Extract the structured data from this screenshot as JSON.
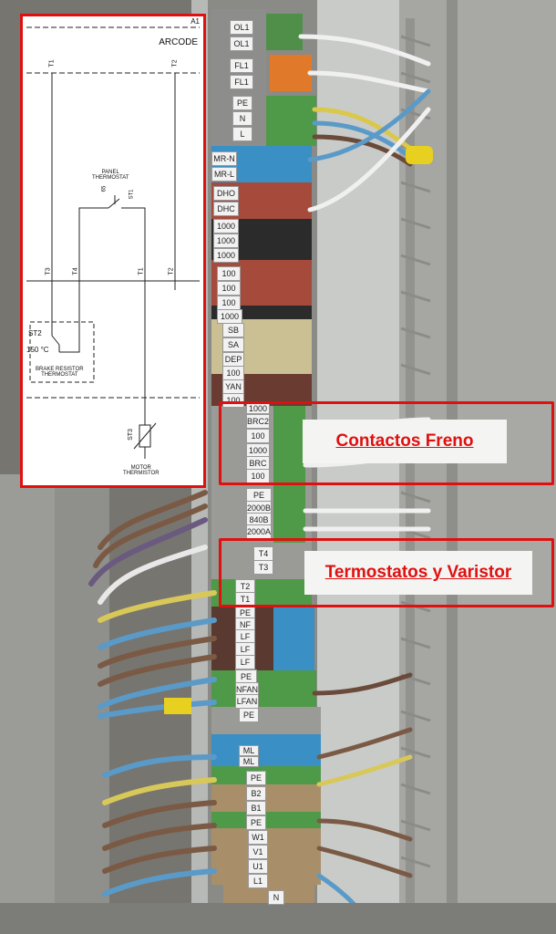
{
  "schematic": {
    "ref": "A1",
    "title": "ARCODE",
    "terminals_top": [
      "T1",
      "T2"
    ],
    "panel_thermostat": "PANEL\nTHERMOSTAT",
    "panel_thermostat_line1": "PANEL",
    "panel_thermostat_line2": "THERMOSTAT",
    "st1": "ST1",
    "st1_temp": "65",
    "terminals_mid": [
      "T3",
      "T4",
      "T1",
      "T2"
    ],
    "st2": "ST2",
    "st2_temp": "150 °C",
    "brake_line1": "BRAKE RESISTOR",
    "brake_line2": "THERMOSTAT",
    "st3": "ST3",
    "motor_line1": "MOTOR",
    "motor_line2": "THERMISTOR"
  },
  "callouts": {
    "freno": "Contactos Freno",
    "termostatos": "Termostatos y Varistor"
  },
  "terminal_labels": [
    "OL1",
    "OL1",
    "FL1",
    "FL1",
    "PE",
    "N",
    "L",
    "MR-N",
    "MR-L",
    "DHO",
    "DHC",
    "1000",
    "1000",
    "1000",
    "100",
    "100",
    "100",
    "1000",
    "SB",
    "SA",
    "DEP",
    "100",
    "YAN",
    "100",
    "1000",
    "BRC2",
    "100",
    "1000",
    "BRC",
    "100",
    "PE",
    "2000B",
    "840B",
    "2000A",
    "T4",
    "T3",
    "T2",
    "T1",
    "PE",
    "NF",
    "LF",
    "LF",
    "LF",
    "PE",
    "NFAN",
    "LFAN",
    "PE",
    "ML",
    "ML",
    "PE",
    "B2",
    "B1",
    "PE",
    "W1",
    "V1",
    "U1",
    "L1",
    "N"
  ],
  "colors": {
    "frame": "#e01010",
    "label_text": "#e01010"
  }
}
